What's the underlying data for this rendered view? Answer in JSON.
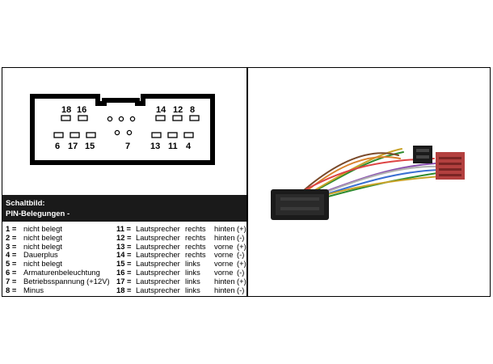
{
  "connector": {
    "top_left_pins": [
      "18",
      "16"
    ],
    "top_right_pins": [
      "14",
      "12",
      "8"
    ],
    "bottom_left_pins": [
      "6",
      "17",
      "15"
    ],
    "center_pin": "7",
    "bottom_right_pins": [
      "13",
      "11",
      "4"
    ]
  },
  "header": {
    "title": "Schaltbild:",
    "subtitle": "PIN-Belegungen -"
  },
  "pins_left": [
    {
      "num": "1 =",
      "desc": "nicht belegt"
    },
    {
      "num": "2 =",
      "desc": "nicht belegt"
    },
    {
      "num": "3 =",
      "desc": "nicht belegt"
    },
    {
      "num": "4 =",
      "desc": "Dauerplus"
    },
    {
      "num": "5 =",
      "desc": "nicht belegt"
    },
    {
      "num": "6 =",
      "desc": "Armaturenbeleuchtung"
    },
    {
      "num": "7 =",
      "desc": "Betriebsspannung (+12V)"
    },
    {
      "num": "8 =",
      "desc": "Minus"
    }
  ],
  "pins_right": [
    {
      "num": "11 =",
      "desc": "Lautsprecher",
      "side": "rechts",
      "pos": "hinten",
      "sign": "(+)"
    },
    {
      "num": "12 =",
      "desc": "Lautsprecher",
      "side": "rechts",
      "pos": "hinten",
      "sign": "(-)"
    },
    {
      "num": "13 =",
      "desc": "Lautsprecher",
      "side": "rechts",
      "pos": "vorne",
      "sign": "(+)"
    },
    {
      "num": "14 =",
      "desc": "Lautsprecher",
      "side": "rechts",
      "pos": "vorne",
      "sign": "(-)"
    },
    {
      "num": "15 =",
      "desc": "Lautsprecher",
      "side": "links",
      "pos": "vorne",
      "sign": "(+)"
    },
    {
      "num": "16 =",
      "desc": "Lautsprecher",
      "side": "links",
      "pos": "vorne",
      "sign": "(-)"
    },
    {
      "num": "17 =",
      "desc": "Lautsprecher",
      "side": "links",
      "pos": "hinten",
      "sign": "(+)"
    },
    {
      "num": "18 =",
      "desc": "Lautsprecher",
      "side": "links",
      "pos": "hinten",
      "sign": "(-)"
    }
  ],
  "colors": {
    "connector_black": "#1b1b1b",
    "iso_red": "#b3403f",
    "wire_colors": [
      "#2e8b2e",
      "#c9a227",
      "#d9822b",
      "#8a4fb0",
      "#3a6fd1",
      "#7a4a2a",
      "#b0b0b0",
      "#dd4444"
    ]
  }
}
